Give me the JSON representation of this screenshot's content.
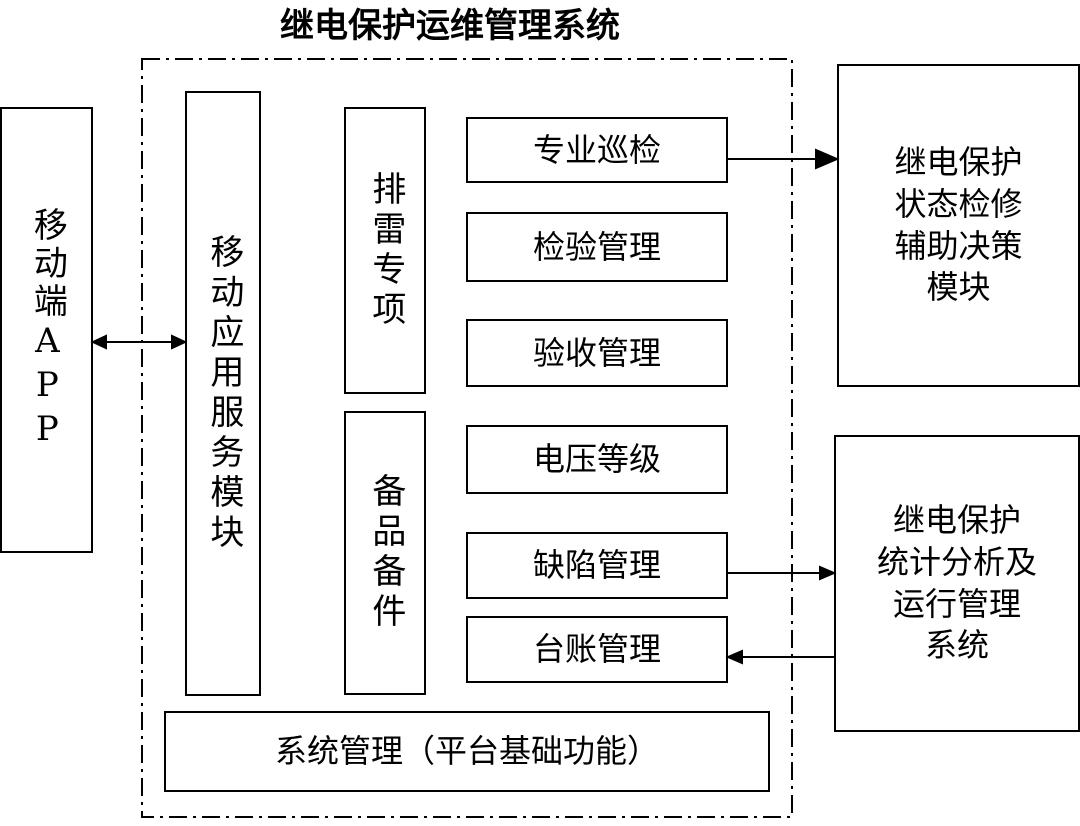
{
  "system_title": "继电保护运维管理系统",
  "mobile_app": "移动端APP",
  "mobile_service_module": "移动应用服务模块",
  "groups": {
    "mine_clearance": "排雷专项",
    "spare_parts": "备品备件"
  },
  "modules": [
    "专业巡检",
    "检验管理",
    "验收管理",
    "电压等级",
    "缺陷管理",
    "台账管理"
  ],
  "system_management": "系统管理（平台基础功能）",
  "external": {
    "decision_module": "继电保护\n状态检修\n辅助决策\n模块",
    "statistics_system": "继电保护\n统计分析及\n运行管理\n系统"
  }
}
